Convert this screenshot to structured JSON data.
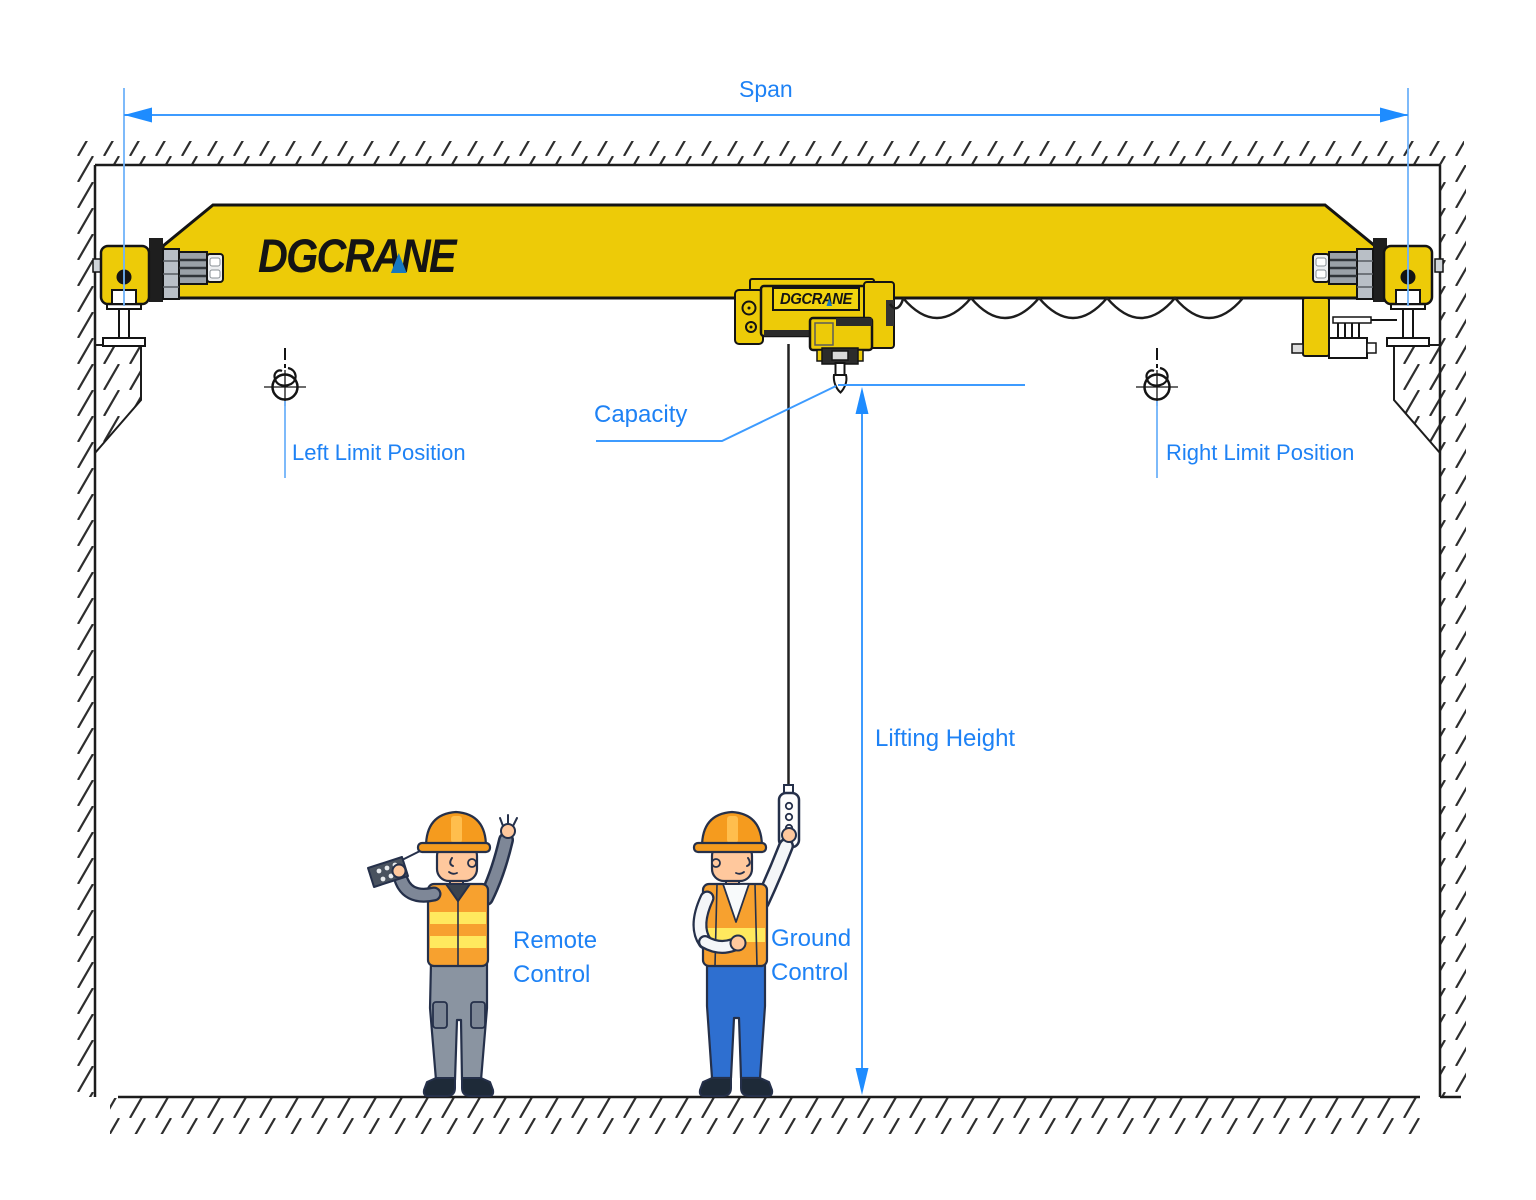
{
  "diagram": {
    "type": "single-girder-overhead-crane-schematic",
    "brand": {
      "girder_logo": "DGCRANE",
      "hoist_logo": "DGCRANE"
    },
    "labels": {
      "span": "Span",
      "capacity": "Capacity",
      "left_limit": "Left Limit Position",
      "right_limit": "Right Limit Position",
      "lifting_height": "Lifting Height",
      "remote_line1": "Remote",
      "remote_line2": "Control",
      "ground_line1": "Ground",
      "ground_line2": "Control"
    },
    "colors": {
      "label_blue": "#1E82F5",
      "dimension_blue": "#3D9BFF",
      "extension_blue": "#6FB2FA",
      "crane_yellow": "#EDCB08",
      "logo_triangle_blue": "#1778C0",
      "outline_black": "#1C1C1C",
      "vest_orange": "#F7A12F",
      "stripe_yellow": "#FFE95E",
      "hat_orange": "#F59B1E",
      "jeans_blue": "#2E6FD0"
    }
  }
}
